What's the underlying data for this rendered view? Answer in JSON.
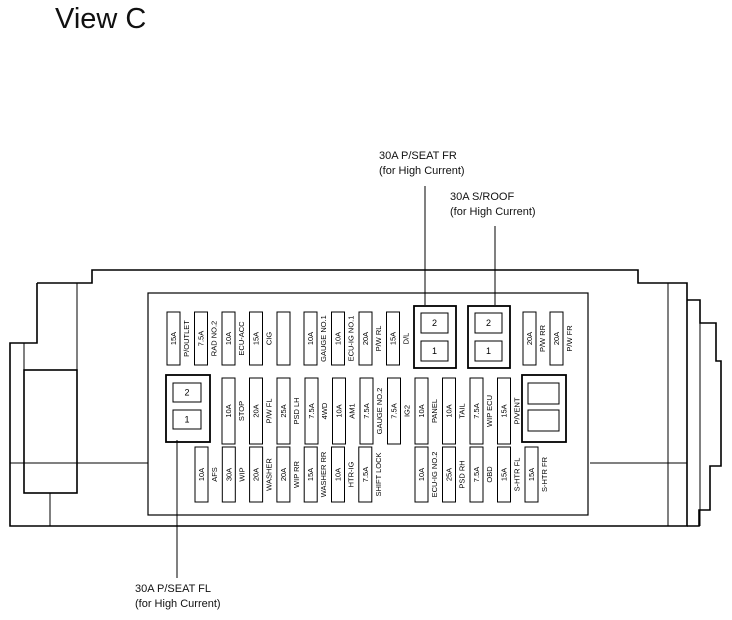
{
  "title": "View C",
  "callouts": {
    "pseat_fr": {
      "name": "30A P/SEAT FR",
      "note": "(for High Current)"
    },
    "sroof": {
      "name": "30A S/ROOF",
      "note": "(for High Current)"
    },
    "pseat_fl": {
      "name": "30A P/SEAT FL",
      "note": "(for High Current)"
    }
  },
  "relay_pins": [
    "2",
    "1"
  ],
  "fuses": {
    "row1_left": [
      [
        "15A",
        "P/OUTLET"
      ],
      [
        "7.5A",
        "RAD NO.2"
      ],
      [
        "10A",
        "ECU-ACC"
      ],
      [
        "15A",
        "CIG"
      ]
    ],
    "row1_right": [
      [
        "10A",
        "GAUGE NO.1"
      ],
      [
        "10A",
        "ECU-IG NO.1"
      ],
      [
        "20A",
        "P/W RL"
      ],
      [
        "15A",
        "D/L"
      ]
    ],
    "row1_far": [
      [
        "20A",
        "P/W RR"
      ],
      [
        "20A",
        "P/W FR"
      ]
    ],
    "row2_a": [
      [
        "10A",
        "STOP"
      ],
      [
        "20A",
        "P/W FL"
      ],
      [
        "25A",
        "PSD LH"
      ]
    ],
    "row2_b": [
      [
        "7.5A",
        "4WD"
      ],
      [
        "10A",
        "AM1"
      ],
      [
        "7.5A",
        "GAUGE NO.2"
      ],
      [
        "7.5A",
        "IG2"
      ]
    ],
    "row2_c": [
      [
        "10A",
        "PANEL"
      ],
      [
        "10A",
        "TAIL"
      ],
      [
        "7.5A",
        "WIP ECU"
      ],
      [
        "15A",
        "P/VENT"
      ]
    ],
    "row3_a": [
      [
        "10A",
        "AFS"
      ],
      [
        "30A",
        "WIP"
      ],
      [
        "20A",
        "WASHER"
      ],
      [
        "20A",
        "WIP RR"
      ],
      [
        "15A",
        "WASHER RR"
      ],
      [
        "10A",
        "HTR-IG"
      ],
      [
        "7.5A",
        "SHIFT LOCK"
      ]
    ],
    "row3_b": [
      [
        "10A",
        "ECU-IG NO.2"
      ],
      [
        "25A",
        "PSD RH"
      ],
      [
        "7.5A",
        "OBD"
      ],
      [
        "15A",
        "S-HTR FL"
      ],
      [
        "15A",
        "S-HTR FR"
      ]
    ]
  }
}
